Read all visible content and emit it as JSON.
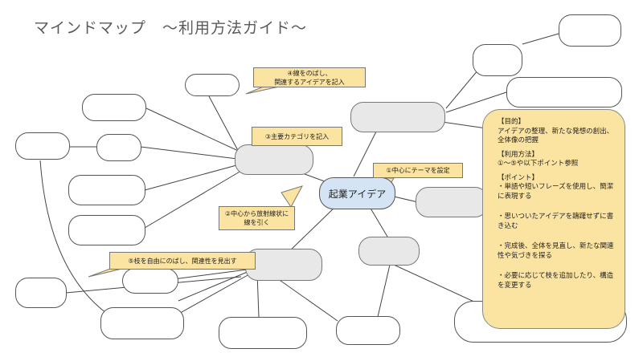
{
  "title": "マインドマップ　～利用方法ガイド～",
  "center": {
    "label": "起業アイデア"
  },
  "callouts": [
    {
      "id": "c1",
      "lines": [
        "①中心にテーマを設定"
      ]
    },
    {
      "id": "c2",
      "lines": [
        "②中心から放射線状に",
        "線を引く"
      ]
    },
    {
      "id": "c3",
      "lines": [
        "③主要カテゴリを記入"
      ]
    },
    {
      "id": "c4",
      "lines": [
        "④線をのばし、",
        "関連するアイデアを記入"
      ]
    },
    {
      "id": "c5",
      "lines": [
        "⑤枝を自由にのばし、関連性を見出す"
      ]
    }
  ],
  "guide": {
    "purpose_heading": "【目的】",
    "purpose_text": "アイデアの整理、新たな発想の創出、全体像の把握",
    "usage_heading": "【利用方法】",
    "usage_text": "①～⑤や以下ポイント参照",
    "points_heading": "【ポイント】",
    "points": [
      "・単語や短いフレーズを使用し、簡潔に表現する",
      "・思いついたアイデアを躊躇せずに書き込む",
      "・完成後、全体を見直し、新たな関連性や気づきを探る",
      "・必要に応じて枝を追加したり、構造を変更する"
    ]
  },
  "colors": {
    "callout": "#fbe3a1",
    "center": "#d4e4f4",
    "category": "#e8e8e8",
    "line": "#444444"
  }
}
